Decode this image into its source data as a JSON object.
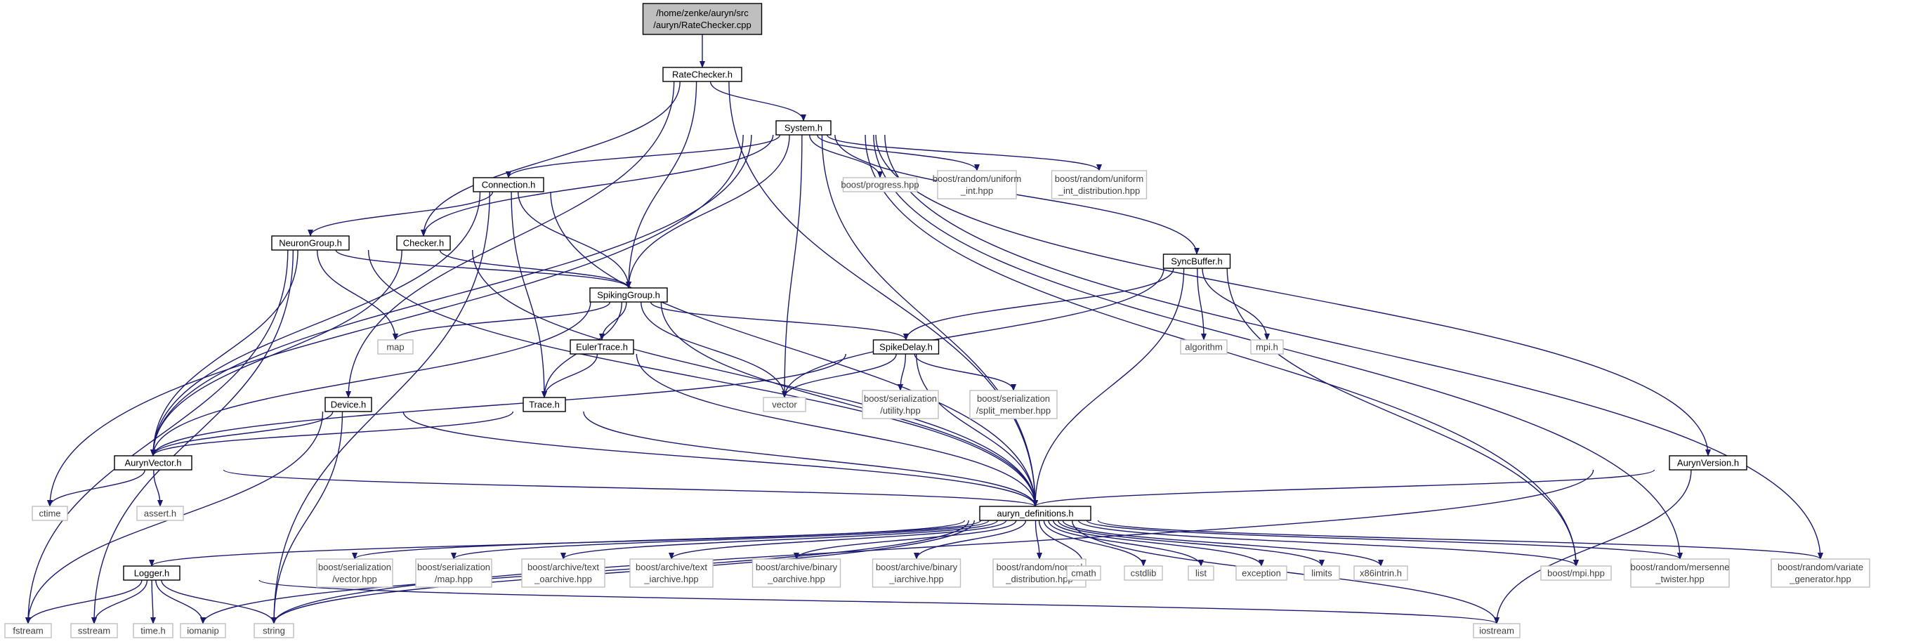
{
  "colors": {
    "edge": "#191970",
    "root_fill": "#bfbfbf",
    "root_stroke": "#000000",
    "doc_stroke": "#000000",
    "ext_stroke": "#bfbfbf",
    "node_fill": "#ffffff"
  },
  "nodes": [
    {
      "id": "root",
      "kind": "root",
      "lines": [
        "/home/zenke/auryn/src",
        "/auryn/RateChecker.cpp"
      ]
    },
    {
      "id": "ratechecker",
      "kind": "doc",
      "lines": [
        "RateChecker.h"
      ]
    },
    {
      "id": "system",
      "kind": "doc",
      "lines": [
        "System.h"
      ]
    },
    {
      "id": "connection",
      "kind": "doc",
      "lines": [
        "Connection.h"
      ]
    },
    {
      "id": "progress",
      "kind": "ext",
      "lines": [
        "boost/progress.hpp"
      ]
    },
    {
      "id": "uniformint",
      "kind": "ext",
      "lines": [
        "boost/random/uniform",
        "_int.hpp"
      ]
    },
    {
      "id": "uniformintdist",
      "kind": "ext",
      "lines": [
        "boost/random/uniform",
        "_int_distribution.hpp"
      ]
    },
    {
      "id": "neurongroup",
      "kind": "doc",
      "lines": [
        "NeuronGroup.h"
      ]
    },
    {
      "id": "checker",
      "kind": "doc",
      "lines": [
        "Checker.h"
      ]
    },
    {
      "id": "syncbuffer",
      "kind": "doc",
      "lines": [
        "SyncBuffer.h"
      ]
    },
    {
      "id": "spikinggroup",
      "kind": "doc",
      "lines": [
        "SpikingGroup.h"
      ]
    },
    {
      "id": "map",
      "kind": "ext",
      "lines": [
        "map"
      ]
    },
    {
      "id": "eulertrace",
      "kind": "doc",
      "lines": [
        "EulerTrace.h"
      ]
    },
    {
      "id": "spikedelay",
      "kind": "doc",
      "lines": [
        "SpikeDelay.h"
      ]
    },
    {
      "id": "algorithm",
      "kind": "ext",
      "lines": [
        "algorithm"
      ]
    },
    {
      "id": "mpih",
      "kind": "ext",
      "lines": [
        "mpi.h"
      ]
    },
    {
      "id": "vector",
      "kind": "ext",
      "lines": [
        "vector"
      ]
    },
    {
      "id": "serutility",
      "kind": "ext",
      "lines": [
        "boost/serialization",
        "/utility.hpp"
      ]
    },
    {
      "id": "sersplit",
      "kind": "ext",
      "lines": [
        "boost/serialization",
        "/split_member.hpp"
      ]
    },
    {
      "id": "device",
      "kind": "doc",
      "lines": [
        "Device.h"
      ]
    },
    {
      "id": "trace",
      "kind": "doc",
      "lines": [
        "Trace.h"
      ]
    },
    {
      "id": "aurynvector",
      "kind": "doc",
      "lines": [
        "AurynVector.h"
      ]
    },
    {
      "id": "aurynversion",
      "kind": "doc",
      "lines": [
        "AurynVersion.h"
      ]
    },
    {
      "id": "ctime",
      "kind": "ext",
      "lines": [
        "ctime"
      ]
    },
    {
      "id": "asserth",
      "kind": "ext",
      "lines": [
        "assert.h"
      ]
    },
    {
      "id": "defs",
      "kind": "doc",
      "lines": [
        "auryn_definitions.h"
      ]
    },
    {
      "id": "logger",
      "kind": "doc",
      "lines": [
        "Logger.h"
      ]
    },
    {
      "id": "servector",
      "kind": "ext",
      "lines": [
        "boost/serialization",
        "/vector.hpp"
      ]
    },
    {
      "id": "sermap",
      "kind": "ext",
      "lines": [
        "boost/serialization",
        "/map.hpp"
      ]
    },
    {
      "id": "textoarchive",
      "kind": "ext",
      "lines": [
        "boost/archive/text",
        "_oarchive.hpp"
      ]
    },
    {
      "id": "textiarchive",
      "kind": "ext",
      "lines": [
        "boost/archive/text",
        "_iarchive.hpp"
      ]
    },
    {
      "id": "binoarchive",
      "kind": "ext",
      "lines": [
        "boost/archive/binary",
        "_oarchive.hpp"
      ]
    },
    {
      "id": "biniarchive",
      "kind": "ext",
      "lines": [
        "boost/archive/binary",
        "_iarchive.hpp"
      ]
    },
    {
      "id": "normaldist",
      "kind": "ext",
      "lines": [
        "boost/random/normal",
        "_distribution.hpp"
      ]
    },
    {
      "id": "cmath",
      "kind": "ext",
      "lines": [
        "cmath"
      ]
    },
    {
      "id": "cstdlib",
      "kind": "ext",
      "lines": [
        "cstdlib"
      ]
    },
    {
      "id": "list",
      "kind": "ext",
      "lines": [
        "list"
      ]
    },
    {
      "id": "exception",
      "kind": "ext",
      "lines": [
        "exception"
      ]
    },
    {
      "id": "limits",
      "kind": "ext",
      "lines": [
        "limits"
      ]
    },
    {
      "id": "x86intrin",
      "kind": "ext",
      "lines": [
        "x86intrin.h"
      ]
    },
    {
      "id": "mpihpp",
      "kind": "ext",
      "lines": [
        "boost/mpi.hpp"
      ]
    },
    {
      "id": "mersenne",
      "kind": "ext",
      "lines": [
        "boost/random/mersenne",
        "_twister.hpp"
      ]
    },
    {
      "id": "variategen",
      "kind": "ext",
      "lines": [
        "boost/random/variate",
        "_generator.hpp"
      ]
    },
    {
      "id": "fstream",
      "kind": "ext",
      "lines": [
        "fstream"
      ]
    },
    {
      "id": "sstream",
      "kind": "ext",
      "lines": [
        "sstream"
      ]
    },
    {
      "id": "timeh",
      "kind": "ext",
      "lines": [
        "time.h"
      ]
    },
    {
      "id": "iomanip",
      "kind": "ext",
      "lines": [
        "iomanip"
      ]
    },
    {
      "id": "string",
      "kind": "ext",
      "lines": [
        "string"
      ]
    },
    {
      "id": "iostream",
      "kind": "ext",
      "lines": [
        "iostream"
      ]
    }
  ],
  "edges": [
    [
      "root",
      "ratechecker"
    ],
    [
      "ratechecker",
      "system"
    ],
    [
      "ratechecker",
      "checker"
    ],
    [
      "ratechecker",
      "spikinggroup"
    ],
    [
      "ratechecker",
      "device"
    ],
    [
      "ratechecker",
      "defs"
    ],
    [
      "system",
      "connection"
    ],
    [
      "system",
      "progress"
    ],
    [
      "system",
      "uniformint"
    ],
    [
      "system",
      "uniformintdist"
    ],
    [
      "system",
      "syncbuffer"
    ],
    [
      "system",
      "checker"
    ],
    [
      "system",
      "spikinggroup"
    ],
    [
      "system",
      "vector"
    ],
    [
      "system",
      "aurynvector"
    ],
    [
      "system",
      "ctime"
    ],
    [
      "system",
      "defs"
    ],
    [
      "system",
      "aurynversion"
    ],
    [
      "system",
      "mpihpp"
    ],
    [
      "system",
      "mersenne"
    ],
    [
      "system",
      "variategen"
    ],
    [
      "connection",
      "neurongroup"
    ],
    [
      "connection",
      "spikinggroup"
    ],
    [
      "connection",
      "trace"
    ],
    [
      "connection",
      "aurynvector"
    ],
    [
      "connection",
      "string"
    ],
    [
      "connection",
      "defs"
    ],
    [
      "neurongroup",
      "spikinggroup"
    ],
    [
      "neurongroup",
      "map"
    ],
    [
      "neurongroup",
      "aurynvector"
    ],
    [
      "neurongroup",
      "fstream"
    ],
    [
      "neurongroup",
      "sstream"
    ],
    [
      "neurongroup",
      "defs"
    ],
    [
      "checker",
      "spikinggroup"
    ],
    [
      "checker",
      "aurynvector"
    ],
    [
      "checker",
      "defs"
    ],
    [
      "spikinggroup",
      "map"
    ],
    [
      "spikinggroup",
      "eulertrace"
    ],
    [
      "spikinggroup",
      "spikedelay"
    ],
    [
      "spikinggroup",
      "vector"
    ],
    [
      "spikinggroup",
      "trace"
    ],
    [
      "spikinggroup",
      "aurynvector"
    ],
    [
      "spikinggroup",
      "defs"
    ],
    [
      "syncbuffer",
      "spikedelay"
    ],
    [
      "syncbuffer",
      "vector"
    ],
    [
      "syncbuffer",
      "algorithm"
    ],
    [
      "syncbuffer",
      "mpih"
    ],
    [
      "syncbuffer",
      "defs"
    ],
    [
      "syncbuffer",
      "mpihpp"
    ],
    [
      "eulertrace",
      "trace"
    ],
    [
      "eulertrace",
      "defs"
    ],
    [
      "spikedelay",
      "vector"
    ],
    [
      "spikedelay",
      "serutility"
    ],
    [
      "spikedelay",
      "sersplit"
    ],
    [
      "spikedelay",
      "aurynvector"
    ],
    [
      "spikedelay",
      "defs"
    ],
    [
      "device",
      "aurynvector"
    ],
    [
      "device",
      "defs"
    ],
    [
      "device",
      "fstream"
    ],
    [
      "device",
      "string"
    ],
    [
      "trace",
      "aurynvector"
    ],
    [
      "trace",
      "defs"
    ],
    [
      "aurynvector",
      "ctime"
    ],
    [
      "aurynvector",
      "asserth"
    ],
    [
      "aurynvector",
      "defs"
    ],
    [
      "aurynversion",
      "defs"
    ],
    [
      "aurynversion",
      "string"
    ],
    [
      "aurynversion",
      "iostream"
    ],
    [
      "defs",
      "logger"
    ],
    [
      "defs",
      "servector"
    ],
    [
      "defs",
      "sermap"
    ],
    [
      "defs",
      "textoarchive"
    ],
    [
      "defs",
      "textiarchive"
    ],
    [
      "defs",
      "binoarchive"
    ],
    [
      "defs",
      "biniarchive"
    ],
    [
      "defs",
      "normaldist"
    ],
    [
      "defs",
      "cmath"
    ],
    [
      "defs",
      "cstdlib"
    ],
    [
      "defs",
      "list"
    ],
    [
      "defs",
      "exception"
    ],
    [
      "defs",
      "limits"
    ],
    [
      "defs",
      "x86intrin"
    ],
    [
      "defs",
      "mpihpp"
    ],
    [
      "defs",
      "mersenne"
    ],
    [
      "defs",
      "variategen"
    ],
    [
      "defs",
      "iomanip"
    ],
    [
      "defs",
      "string"
    ],
    [
      "defs",
      "iostream"
    ],
    [
      "logger",
      "fstream"
    ],
    [
      "logger",
      "sstream"
    ],
    [
      "logger",
      "timeh"
    ],
    [
      "logger",
      "iomanip"
    ],
    [
      "logger",
      "string"
    ],
    [
      "logger",
      "iostream"
    ]
  ]
}
